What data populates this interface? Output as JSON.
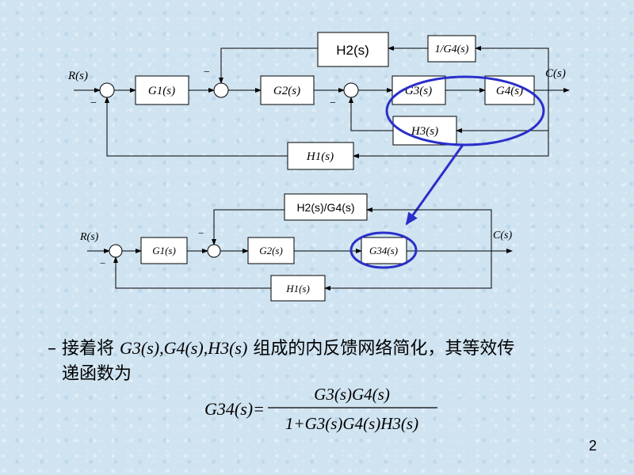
{
  "top_diagram": {
    "input_label": "R(s)",
    "output_label": "C(s)",
    "blocks": {
      "g1": "G1(s)",
      "g2": "G2(s)",
      "g3": "G3(s)",
      "g4": "G4(s)",
      "h3": "H3(s)",
      "h1": "H1(s)",
      "h2": "H2(s)",
      "inv_g4": "1/G4(s)"
    },
    "minus_sign": "−"
  },
  "bottom_diagram": {
    "input_label": "R(s)",
    "output_label": "C(s)",
    "blocks": {
      "g1": "G1(s)",
      "g2": "G2(s)",
      "g34": "G34(s)",
      "h1": "H1(s)",
      "h2_over_g4": "H2(s)/G4(s)"
    },
    "minus_sign": "−"
  },
  "annotation": {
    "bullet": "–",
    "text_part1": "接着将",
    "math_part": "G3(s),G4(s),H3(s)",
    "text_part2": "组成的内反馈网络简化，其等效传",
    "text_line2": "递函数为"
  },
  "formula": {
    "lhs": "G34(s)=",
    "numerator": "G3(s)G4(s)",
    "denominator": "1+G3(s)G4(s)H3(s)"
  },
  "page_number": "2",
  "colors": {
    "highlight": "#2a2fc8",
    "background": "#cfe3f1"
  }
}
